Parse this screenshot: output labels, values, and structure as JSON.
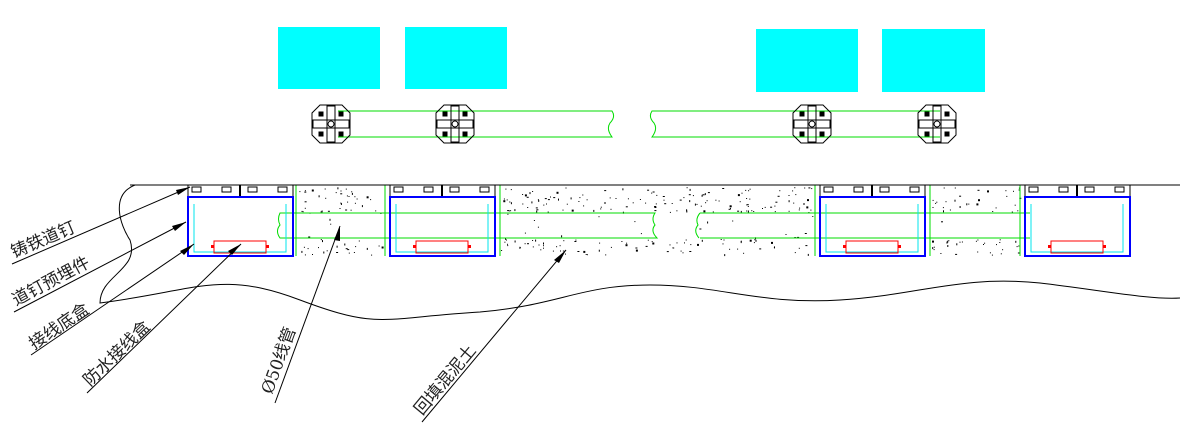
{
  "title": "Road stud installation section",
  "colors": {
    "pavers": "#00ffff",
    "pipe": "#00dd00",
    "box": "#0000ff",
    "liner": "#00e5ee",
    "lamp": "#ff0000",
    "line": "#000000"
  },
  "labels": {
    "cast_iron_stud": "铸铁道钉",
    "stud_embed": "道钉预埋件",
    "junction_base_box": "接线底盒",
    "waterproof_junction_box": "防水接线盒",
    "conduit": "Ø50线管",
    "backfill_concrete": "回填混泥土"
  }
}
